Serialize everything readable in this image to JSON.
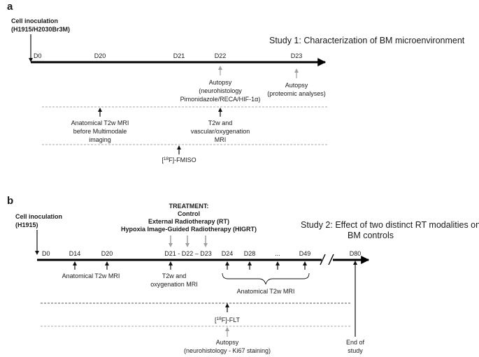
{
  "panel_a": {
    "letter": "a",
    "inoculation": [
      "Cell inoculation",
      "(H1915/H2030Br3M)"
    ],
    "study_title": "Study 1: Characterization of BM microenvironment",
    "days": [
      "D0",
      "D20",
      "D21",
      "D22",
      "D23"
    ],
    "autopsy_1": [
      "Autopsy",
      "(neurohistology",
      "Pimonidazole/RECA/HIF-1α)"
    ],
    "autopsy_2": [
      "Autopsy",
      "(proteomic analyses)"
    ],
    "mri_1": [
      "Anatomical T2w MRI",
      "before Multimodale",
      "imaging"
    ],
    "mri_2": [
      "T2w and",
      "vascular/oxygenation",
      "MRI"
    ],
    "pet": {
      "pre": "[",
      "sup": "18",
      "post": "F]-FMISO"
    }
  },
  "panel_b": {
    "letter": "b",
    "inoculation": [
      "Cell inoculation",
      "(H1915)"
    ],
    "treatment": {
      "heading": "TREATMENT:",
      "items": [
        {
          "label": "Control",
          "color": "#3d5fa8"
        },
        {
          "label": "External Radiotherapy (RT)",
          "color": "#d0342c"
        },
        {
          "label": "Hypoxia Image-Guided Radiotherapy (HIGRT)",
          "color": "#8dbb45"
        }
      ]
    },
    "study_title": [
      "Study 2: Effect of two distinct RT modalities on",
      "BM controls"
    ],
    "days": [
      "D0",
      "D14",
      "D20",
      "D21 - D22 – D23",
      "D24",
      "D28",
      "...",
      "D49",
      "D80"
    ],
    "mri_1": "Anatomical T2w MRI",
    "mri_2": [
      "T2w and",
      "oxygenation MRI"
    ],
    "mri_3": "Anatomical T2w MRI",
    "pet": {
      "pre": "[",
      "sup": "18",
      "post": "F]-FLT"
    },
    "autopsy": [
      "Autopsy",
      "(neurohistology - Ki67 staining)"
    ],
    "end": [
      "End of",
      "study"
    ]
  }
}
